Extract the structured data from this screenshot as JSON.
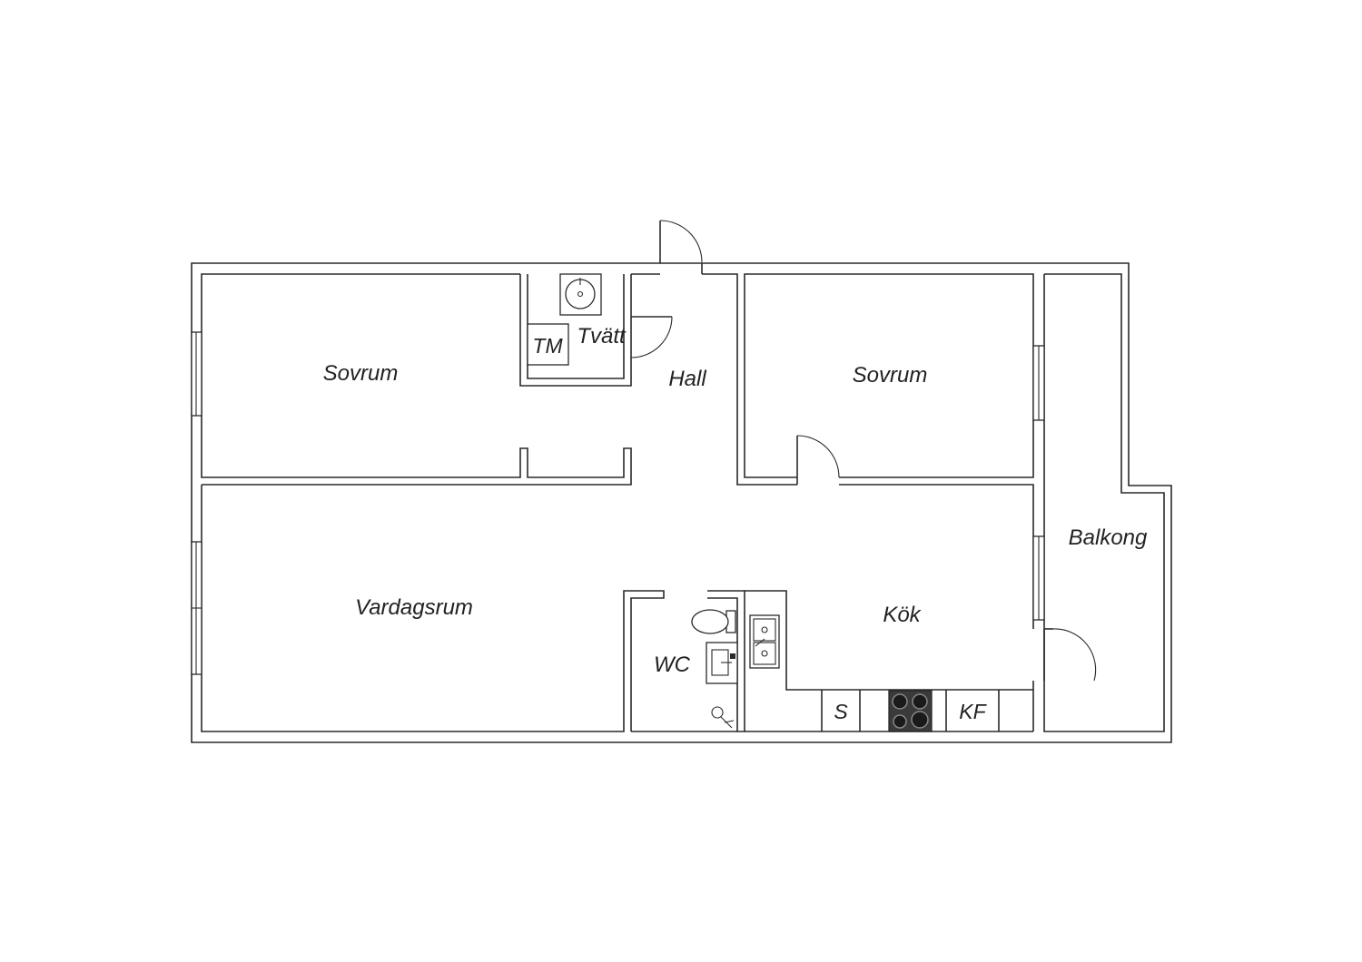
{
  "rooms": {
    "sovrum_west": "Sovrum",
    "tvatt": "Tvätt",
    "hall": "Hall",
    "sovrum_east": "Sovrum",
    "balkong": "Balkong",
    "vardagsrum": "Vardagsrum",
    "wc": "WC",
    "kok": "Kök"
  },
  "fixtures": {
    "tm": "TM",
    "s": "S",
    "kf": "KF"
  },
  "colors": {
    "line": "#2a2a2a",
    "background": "#ffffff",
    "stove": "#3a3a3a"
  }
}
